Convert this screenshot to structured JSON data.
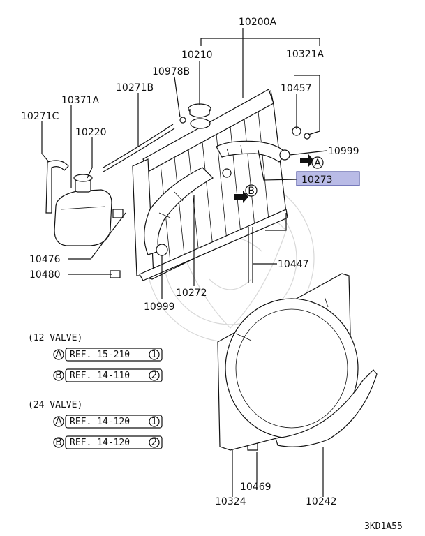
{
  "colors": {
    "highlight_fill": "#b9bbe6",
    "ink": "#111111",
    "watermark": "#d8d8d8"
  },
  "parts": {
    "p10200A": "10200A",
    "p10210": "10210",
    "p10321A": "10321A",
    "p10978B": "10978B",
    "p10457": "10457",
    "p10271B": "10271B",
    "p10371A": "10371A",
    "p10271C": "10271C",
    "p10220": "10220",
    "p10999_top": "10999",
    "p10273": "10273",
    "p10476": "10476",
    "p10480": "10480",
    "p10447": "10447",
    "p10272": "10272",
    "p10999_bottom": "10999",
    "p10469": "10469",
    "p10324": "10324",
    "p10242": "10242"
  },
  "callouts": {
    "A": "A",
    "B": "B"
  },
  "valve_refs": {
    "v12_title": "(12 VALVE)",
    "v12_a_ref": "REF. 15-210",
    "v12_a_num": "1",
    "v12_b_ref": "REF. 14-110",
    "v12_b_num": "2",
    "v24_title": "(24 VALVE)",
    "v24_a_ref": "REF. 14-120",
    "v24_a_num": "1",
    "v24_b_ref": "REF. 14-120",
    "v24_b_num": "2"
  },
  "diagram_code": "3KD1A55"
}
